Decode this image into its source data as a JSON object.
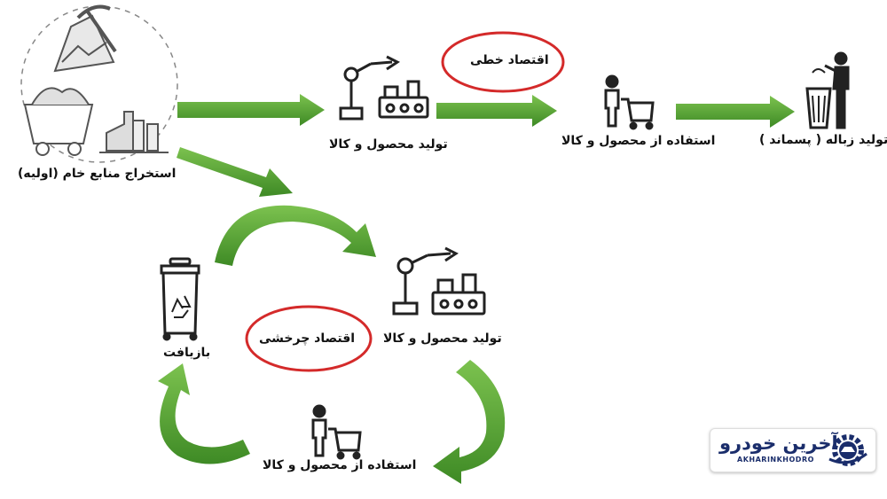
{
  "linear": {
    "extraction_label": "استخراج منابع خام (اولیه)",
    "production_label": "تولید محصول و کالا",
    "economy_label": "اقتصاد خطی",
    "usage_label": "استفاده از محصول و کالا",
    "waste_label": "تولید زباله ( پسماند )"
  },
  "circular": {
    "economy_label": "اقتصاد چرخشی",
    "production_label": "تولید محصول و کالا",
    "usage_label": "استفاده از محصول و کالا",
    "recycle_label": "بازیافت"
  },
  "logo": {
    "fa_text": "آخرین خودرو",
    "en_text": "AKHARINKHODRO"
  },
  "colors": {
    "arrow_green": "#5aa63c",
    "arrow_green_dark": "#3f7f27",
    "oval_red": "#d42a2a",
    "logo_blue": "#1a2d6b"
  }
}
